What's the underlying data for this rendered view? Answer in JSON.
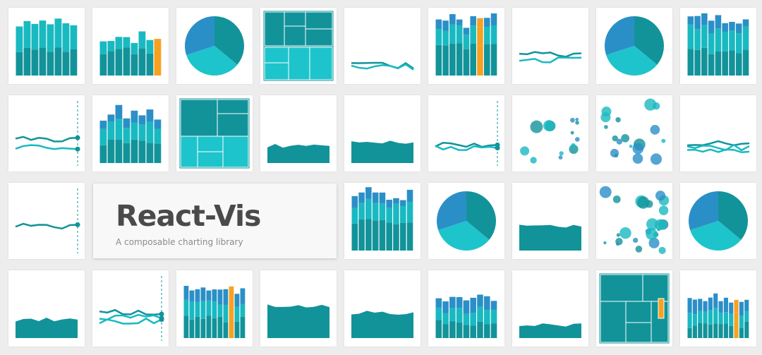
{
  "hero": {
    "title": "React-Vis",
    "subtitle": "A composable charting library"
  },
  "colors": {
    "dark": "#12939a",
    "mid": "#19b9c1",
    "light": "#1ec4cc",
    "blue": "#2b8fc7",
    "orange": "#f7a121",
    "background": "#ededed"
  },
  "tiles": [
    {
      "name": "stacked-bar-tile-1",
      "type": "stack"
    },
    {
      "name": "stacked-bar-highlight-tile-1",
      "type": "stack-hl"
    },
    {
      "name": "pie-tile-1",
      "type": "pie"
    },
    {
      "name": "treemap-tile-1",
      "type": "treemap"
    },
    {
      "name": "line-tile-1",
      "type": "lines-flat"
    },
    {
      "name": "stacked-bar-highlight-tile-2",
      "type": "stack3-hl"
    },
    {
      "name": "line-tile-2",
      "type": "lines-rise"
    },
    {
      "name": "pie-tile-2",
      "type": "pie"
    },
    {
      "name": "stacked-bar-tile-2",
      "type": "stack3"
    },
    {
      "name": "line-crosshair-tile-1",
      "type": "lines-cross"
    },
    {
      "name": "stacked-bar-tile-3",
      "type": "stack3-rise"
    },
    {
      "name": "treemap-tile-2",
      "type": "treemap2"
    },
    {
      "name": "area-tile-1",
      "type": "area"
    },
    {
      "name": "area-tile-2",
      "type": "area2"
    },
    {
      "name": "line-crosshair-tile-2",
      "type": "lines-cross2"
    },
    {
      "name": "scatter-tile-1",
      "type": "scatter"
    },
    {
      "name": "scatter-tile-2",
      "type": "scatter2"
    },
    {
      "name": "line-tile-3",
      "type": "lines-multi"
    },
    {
      "name": "line-crosshair-tile-3",
      "type": "line-single-cross"
    },
    {
      "name": "stacked-bar-tile-4",
      "type": "stack3-flat"
    },
    {
      "name": "pie-tile-3",
      "type": "pie"
    },
    {
      "name": "area-tile-3",
      "type": "area3"
    },
    {
      "name": "scatter-tile-3",
      "type": "scatter3"
    },
    {
      "name": "pie-tile-4",
      "type": "pie"
    },
    {
      "name": "area-tile-4",
      "type": "area4"
    },
    {
      "name": "line-crosshair-tile-4",
      "type": "lines-cross3"
    },
    {
      "name": "stacked-bar-highlight-tile-3",
      "type": "stack3-hl2"
    },
    {
      "name": "area-tile-5",
      "type": "area5"
    },
    {
      "name": "area-tile-6",
      "type": "area6"
    },
    {
      "name": "stacked-bar-tile-5",
      "type": "stack3b"
    },
    {
      "name": "area-tile-7",
      "type": "area7"
    },
    {
      "name": "treemap-tile-3",
      "type": "treemap3"
    },
    {
      "name": "stacked-bar-highlight-tile-4",
      "type": "stack3-hl3"
    }
  ]
}
